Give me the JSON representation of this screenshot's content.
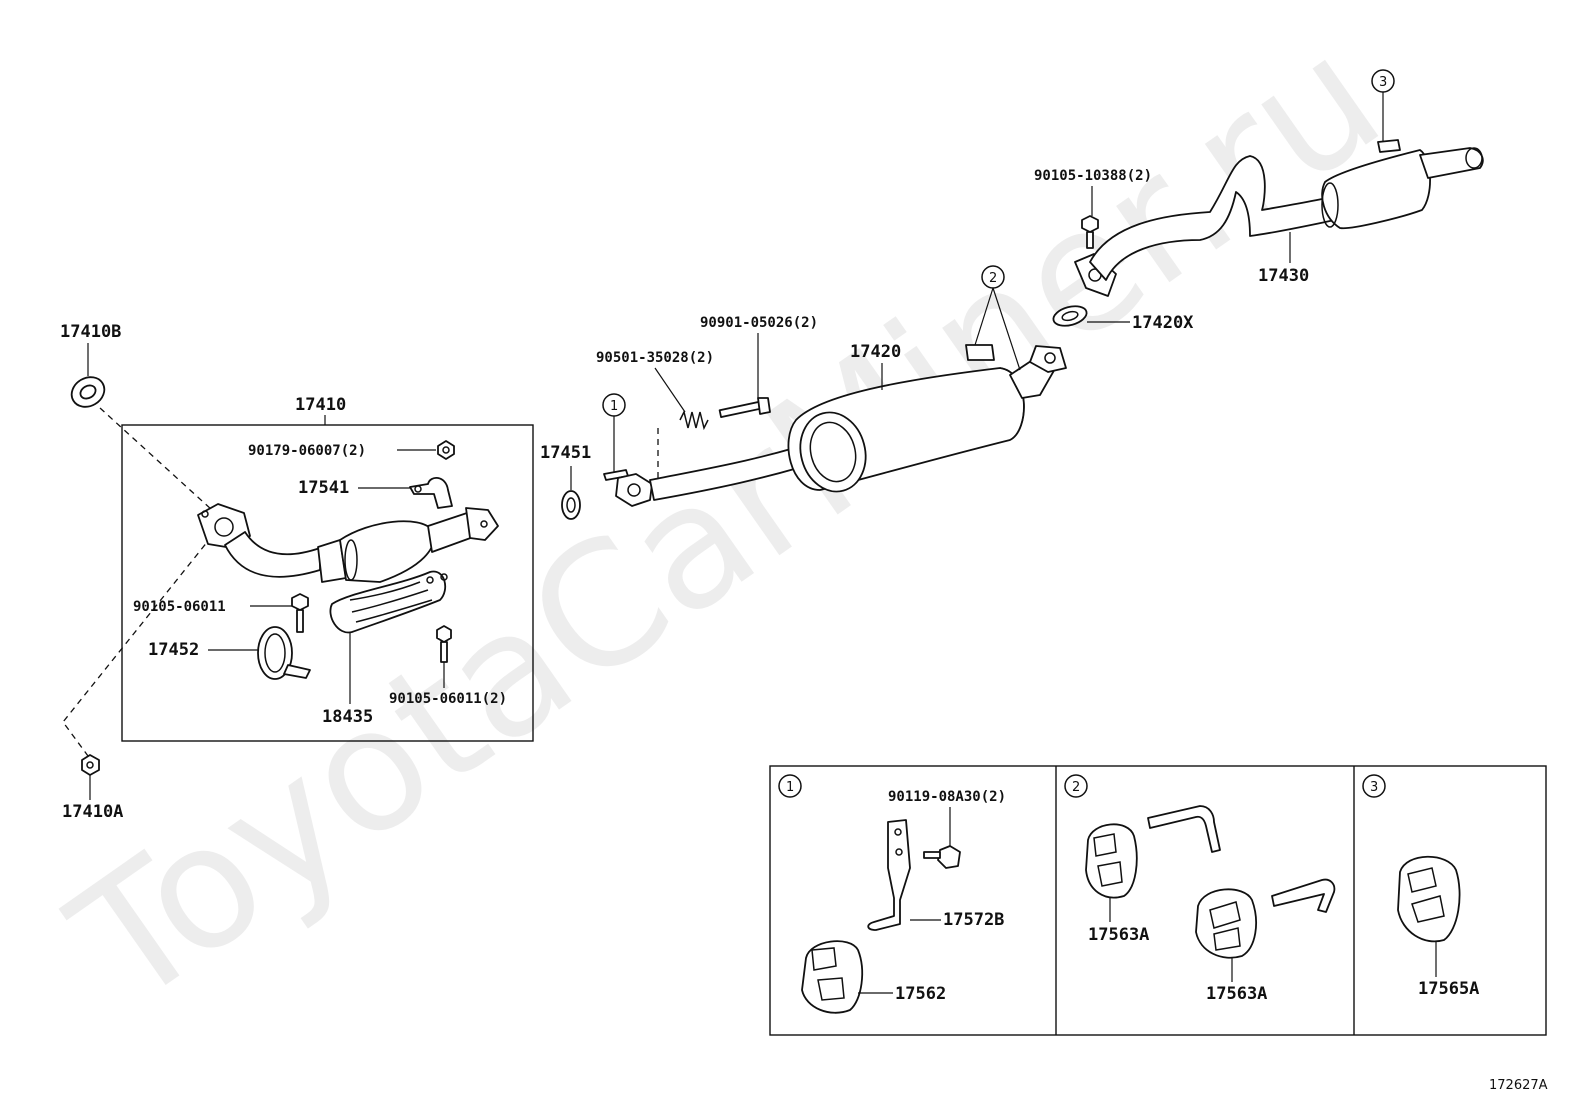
{
  "watermark": "ToyotaCarMiner.ru",
  "diagram_id": "172627A",
  "callouts": {
    "p17410B": "17410B",
    "p17410": "17410",
    "p90179": "90179-06007(2)",
    "p17541": "17541",
    "p90105a": "90105-06011",
    "p17452": "17452",
    "p18435": "18435",
    "p90105b": "90105-06011(2)",
    "p17410A": "17410A",
    "p17451": "17451",
    "p90501": "90501-35028(2)",
    "p90901": "90901-05026(2)",
    "p17420": "17420",
    "p17420X": "17420X",
    "p90105c": "90105-10388(2)",
    "p17430": "17430"
  },
  "refs": {
    "r1": "1",
    "r2": "2",
    "r3": "3"
  },
  "inset": {
    "refs": {
      "r1": "1",
      "r2": "2",
      "r3": "3"
    },
    "labels": {
      "p90119": "90119-08A30(2)",
      "p17572B": "17572B",
      "p17562": "17562",
      "p17563A_1": "17563A",
      "p17563A_2": "17563A",
      "p17565A": "17565A"
    }
  }
}
